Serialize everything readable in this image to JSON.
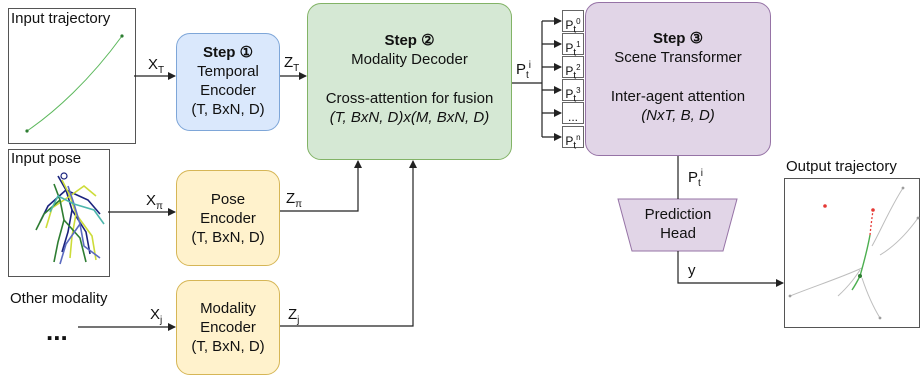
{
  "panels": {
    "input_trajectory": "Input trajectory",
    "input_pose": "Input pose",
    "other_modality": "Other modality",
    "ellipsis": "...",
    "output_trajectory": "Output trajectory"
  },
  "step1": {
    "step": "Step ①",
    "line1": "Temporal",
    "line2": "Encoder",
    "line3": "(T, BxN, D)"
  },
  "pose_encoder": {
    "line1": "Pose",
    "line2": "Encoder",
    "line3": "(T, BxN, D)"
  },
  "modality_encoder": {
    "line1": "Modality",
    "line2": "Encoder",
    "line3": "(T, BxN, D)"
  },
  "step2": {
    "step": "Step ②",
    "title": "Modality Decoder",
    "line1": "Cross-attention for fusion",
    "line2": "(T, BxN, D)x(M, BxN, D)"
  },
  "step3": {
    "step": "Step ③",
    "title": "Scene Transformer",
    "line1": "Inter-agent attention",
    "line2": "(NxT, B, D)"
  },
  "prediction_head": {
    "line1": "Prediction",
    "line2": "Head"
  },
  "vars": {
    "xT": "X",
    "xT_sub": "T",
    "zT": "Z",
    "zT_sub": "T",
    "xpi": "X",
    "xpi_sub": "π",
    "zpi": "Z",
    "zpi_sub": "π",
    "xj": "X",
    "xj_sub": "j",
    "zj": "Z",
    "zj_sub": "j",
    "pti": "P",
    "pti_sub": "t",
    "pti_sup": "i",
    "pti2": "P",
    "pti2_sub": "t",
    "pti2_sup": "i",
    "y": "y"
  },
  "pt_cells": [
    {
      "base": "P",
      "sub": "t",
      "sup": "0"
    },
    {
      "base": "P",
      "sub": "t",
      "sup": "1"
    },
    {
      "base": "P",
      "sub": "t",
      "sup": "2"
    },
    {
      "base": "P",
      "sub": "t",
      "sup": "3"
    },
    {
      "base": "...",
      "sub": "",
      "sup": ""
    },
    {
      "base": "P",
      "sub": "t",
      "sup": "n"
    }
  ],
  "colors": {
    "blue_fill": "#dae8fc",
    "yellow_fill": "#fff2cc",
    "green_fill": "#d5e8d4",
    "purple_fill": "#e1d5e7",
    "trajectory_green": "#4caf50",
    "prediction_red": "#e53935"
  }
}
